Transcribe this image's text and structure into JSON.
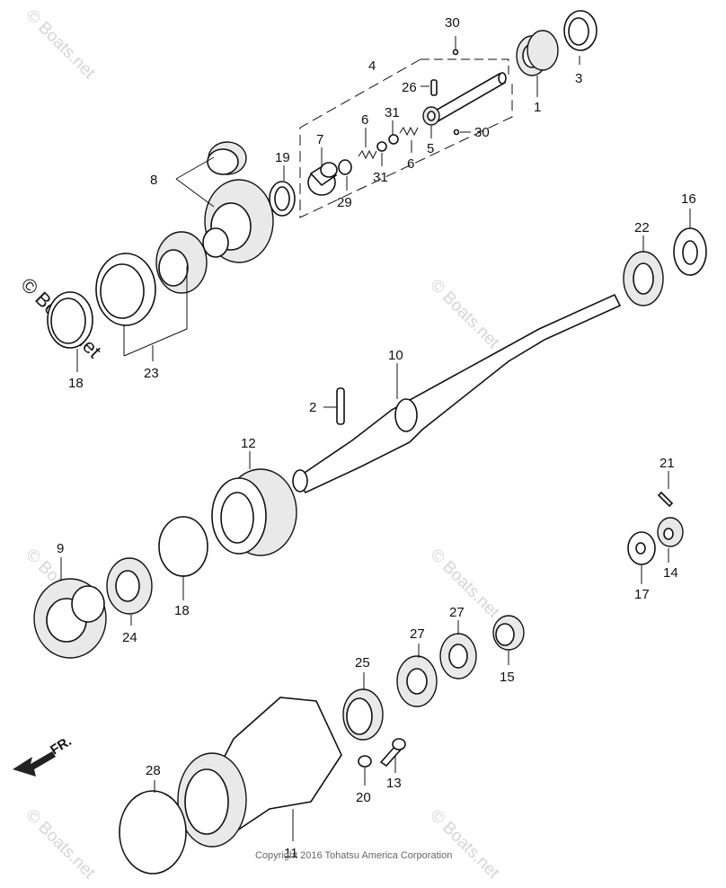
{
  "watermark": {
    "text": "© Boats.net"
  },
  "copyright": "Copyright 2016 Tohatsu America Corporation",
  "front_arrow": {
    "label": "FR."
  },
  "parts": [
    {
      "key": "p30a",
      "label": "30"
    },
    {
      "key": "p3",
      "label": "3"
    },
    {
      "key": "p4",
      "label": "4"
    },
    {
      "key": "p26",
      "label": "26"
    },
    {
      "key": "p1",
      "label": "1"
    },
    {
      "key": "p31a",
      "label": "31"
    },
    {
      "key": "p6a",
      "label": "6"
    },
    {
      "key": "p7",
      "label": "7"
    },
    {
      "key": "p30b",
      "label": "30"
    },
    {
      "key": "p5",
      "label": "5"
    },
    {
      "key": "p8",
      "label": "8"
    },
    {
      "key": "p19",
      "label": "19"
    },
    {
      "key": "p31b",
      "label": "31"
    },
    {
      "key": "p6b",
      "label": "6"
    },
    {
      "key": "p29",
      "label": "29"
    },
    {
      "key": "p16",
      "label": "16"
    },
    {
      "key": "p22",
      "label": "22"
    },
    {
      "key": "p18a",
      "label": "18"
    },
    {
      "key": "p23",
      "label": "23"
    },
    {
      "key": "p10",
      "label": "10"
    },
    {
      "key": "p2",
      "label": "2"
    },
    {
      "key": "p12",
      "label": "12"
    },
    {
      "key": "p21",
      "label": "21"
    },
    {
      "key": "p9",
      "label": "9"
    },
    {
      "key": "p14",
      "label": "14"
    },
    {
      "key": "p17",
      "label": "17"
    },
    {
      "key": "p18b",
      "label": "18"
    },
    {
      "key": "p24",
      "label": "24"
    },
    {
      "key": "p27a",
      "label": "27"
    },
    {
      "key": "p27b",
      "label": "27"
    },
    {
      "key": "p25",
      "label": "25"
    },
    {
      "key": "p15",
      "label": "15"
    },
    {
      "key": "p13",
      "label": "13"
    },
    {
      "key": "p28",
      "label": "28"
    },
    {
      "key": "p20",
      "label": "20"
    },
    {
      "key": "p11",
      "label": "11"
    }
  ]
}
